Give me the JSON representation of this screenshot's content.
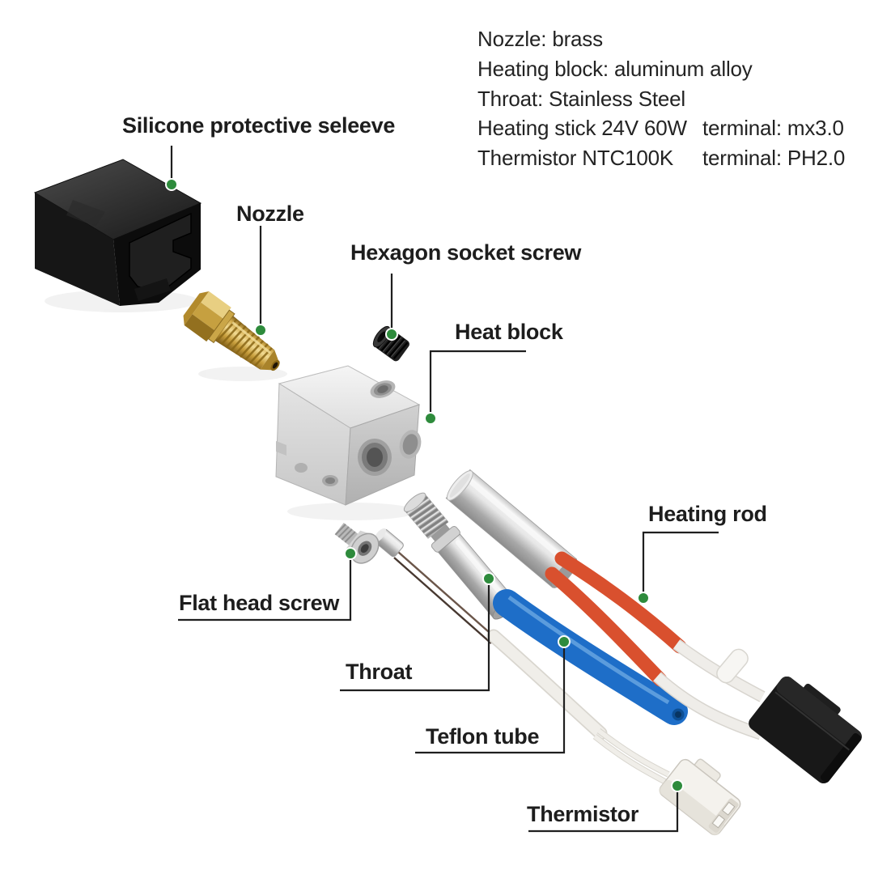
{
  "specs": {
    "rows": [
      {
        "left": "Nozzle: brass",
        "right": ""
      },
      {
        "left": "Heating block: aluminum alloy",
        "right": ""
      },
      {
        "left": "Throat: Stainless Steel",
        "right": ""
      },
      {
        "left": "Heating stick 24V 60W",
        "right": "terminal: mx3.0"
      },
      {
        "left": "Thermistor NTC100K",
        "right": "terminal: PH2.0"
      }
    ]
  },
  "labels": {
    "silicone_sleeve": "Silicone protective seleeve",
    "nozzle": "Nozzle",
    "hex_screw": "Hexagon socket screw",
    "heat_block": "Heat block",
    "heating_rod": "Heating rod",
    "flat_head_screw": "Flat head screw",
    "throat": "Throat",
    "teflon_tube": "Teflon tube",
    "thermistor": "Thermistor"
  },
  "colors": {
    "background": "#ffffff",
    "label_text": "#1d1d1d",
    "spec_text": "#232323",
    "leader_line": "#1f1f1f",
    "callout_dot": "#2e8b3c",
    "brass": "#c9a23a",
    "heater_wire_red": "#d9502e",
    "teflon_tube_blue": "#1e6ec8",
    "silicone_black": "#161616",
    "aluminum_block": "#d9d9d9",
    "stainless_steel": "#bcbcbc",
    "mx3_connector_black": "#181818",
    "thermistor_wire_white": "#efede9"
  }
}
